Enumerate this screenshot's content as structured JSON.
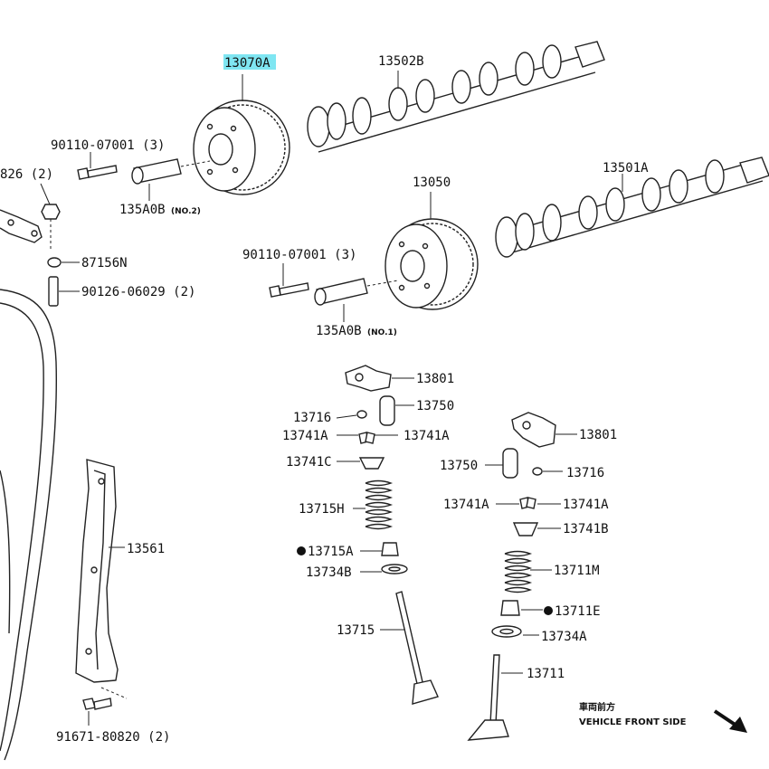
{
  "parts": {
    "vvt_gear_exhaust": "13070A",
    "camshaft_no2": "13502B",
    "bolt_upper": "90110-07001 (3)",
    "part_826": "826 (2)",
    "sleeve_no2": "135A0B",
    "sleeve_no2_suffix": "(NO.2)",
    "vvt_gear_intake": "13050",
    "camshaft_no1": "13501A",
    "bolt_lower": "90110-07001 (3)",
    "part_87156": "87156N",
    "bolt_90126": "90126-06029 (2)",
    "sleeve_no1": "135A0B",
    "sleeve_no1_suffix": "(NO.1)",
    "rocker_left": "13801",
    "adjuster_left": "13750",
    "plug_left": "13716",
    "keeper_left_a": "13741A",
    "keeper_left_b": "13741A",
    "retainer_left": "13741C",
    "spring_left": "13715H",
    "seal_left": "13715A",
    "seat_left": "13734B",
    "valve_left": "13715",
    "chain_guide": "13561",
    "bolt_bottom": "91671-80820 (2)",
    "rocker_right": "13801",
    "adjuster_right": "13750",
    "plug_right": "13716",
    "keeper_right_a": "13741A",
    "keeper_right_b": "13741A",
    "retainer_right": "13741B",
    "spring_right": "13711M",
    "seal_right": "13711E",
    "seat_right": "13734A",
    "valve_right": "13711"
  },
  "direction": {
    "chinese": "車両前方",
    "english": "VEHICLE FRONT SIDE"
  },
  "colors": {
    "highlight": "#7fe6f2",
    "line": "#222222"
  },
  "icons": {
    "arrow": "arrow-icon",
    "bullet": "filled-dot-icon"
  }
}
